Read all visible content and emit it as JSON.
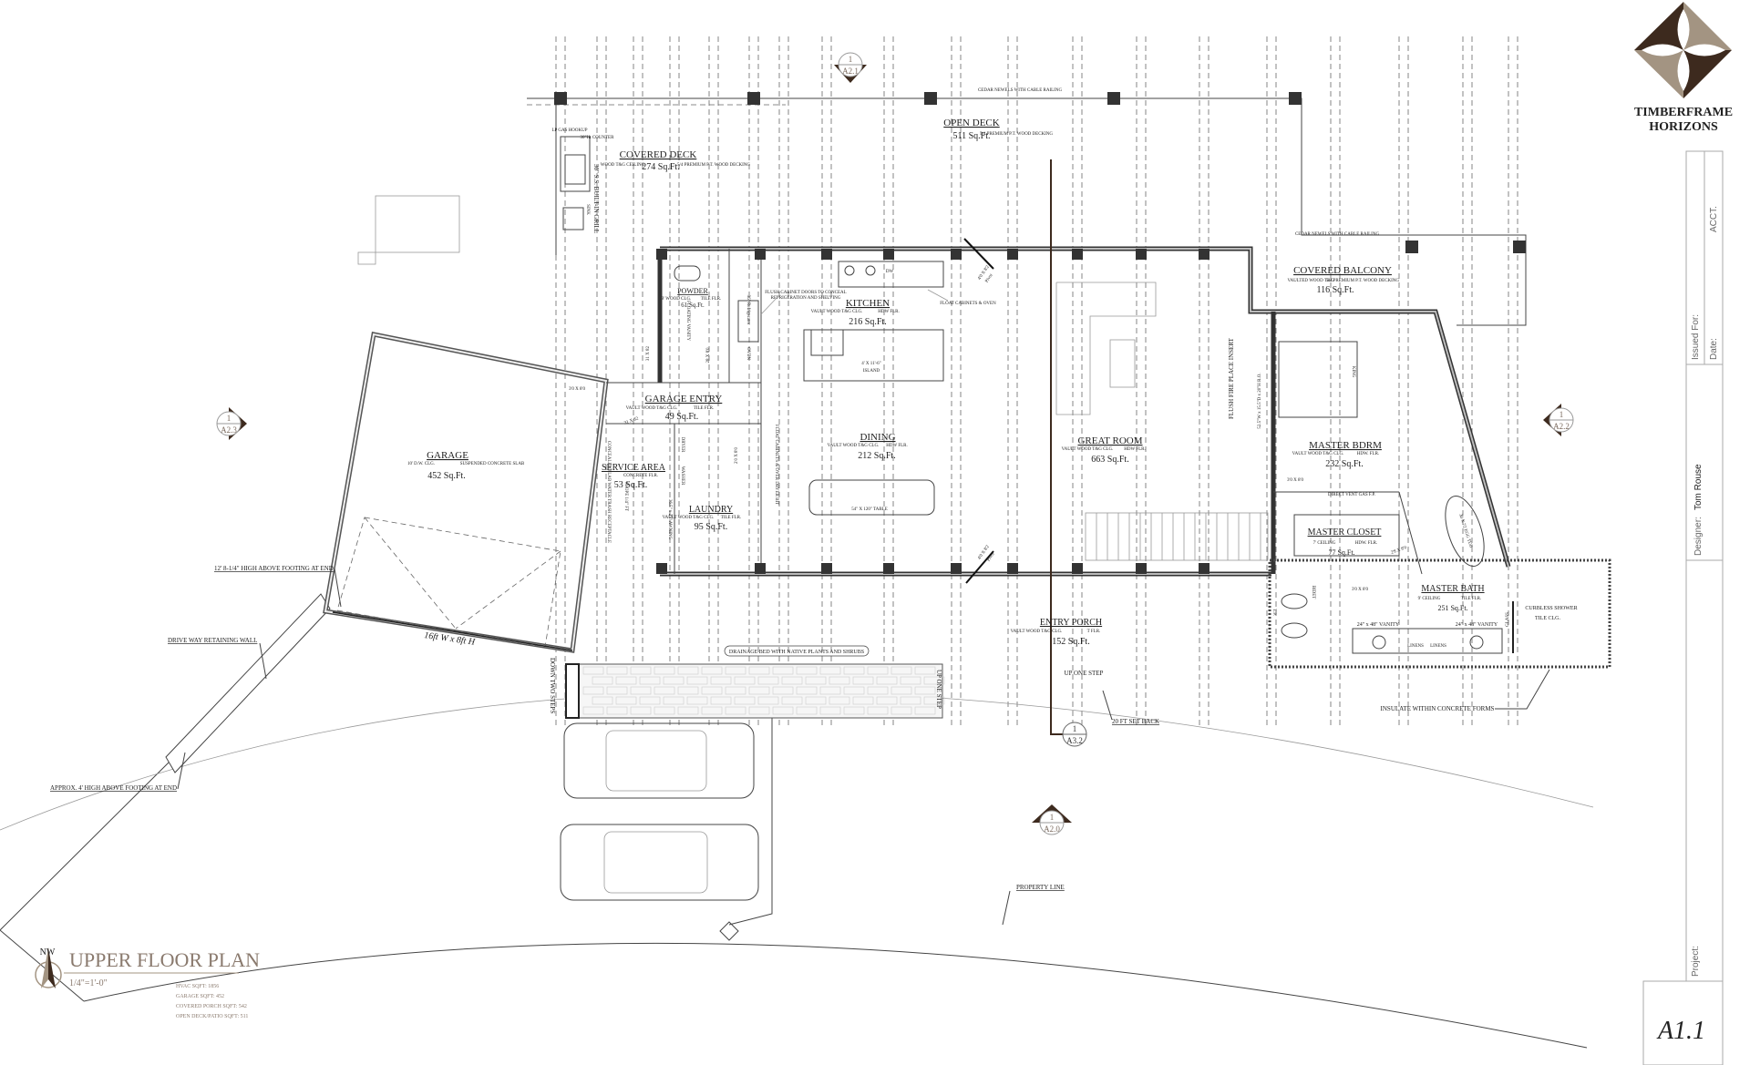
{
  "brand": {
    "name_line1": "TIMBERFRAME",
    "name_line2": "HORIZONS"
  },
  "title_block": {
    "issued_for_label": "Issued For:",
    "issued_for_value": "ACCT.",
    "date_label": "Date:",
    "designer_label": "Designer:",
    "designer": "Tom Rouse",
    "project_label": "Project:",
    "sheet": "A1.1"
  },
  "plan": {
    "title": "UPPER FLOOR PLAN",
    "scale": "1/4\"=1'-0\"",
    "north": "NW",
    "stats": [
      "HVAC SQFT: 1856",
      "GARAGE SQFT: 452",
      "COVERED PORCH SQFT: 542",
      "OPEN DECK/PATIO SQFT: 511"
    ]
  },
  "rooms": {
    "covered_deck": {
      "name": "COVERED DECK",
      "area": "274 Sq.Ft.",
      "notes": [
        "WOOD T&G CEILING",
        "5/4 PREMIUM P.T. WOOD DECKING"
      ]
    },
    "open_deck": {
      "name": "OPEN DECK",
      "area": "511 Sq.Ft.",
      "notes": [
        "5/4 PREMIUM P.T. WOOD DECKING"
      ]
    },
    "powder": {
      "name": "POWDER",
      "area": "61 Sq.Ft.",
      "notes": [
        "9' WOOD CLG.",
        "TILE FLR."
      ]
    },
    "kitchen": {
      "name": "KITCHEN",
      "area": "216 Sq.Ft.",
      "notes": [
        "VAULT WOOD T&G CLG.",
        "HDW FLR."
      ]
    },
    "garage_entry": {
      "name": "GARAGE ENTRY",
      "area": "49 Sq.Ft.",
      "notes": [
        "VAULT WOOD T&G CLG.",
        "TILE FLR."
      ]
    },
    "garage": {
      "name": "GARAGE",
      "area": "452 Sq.Ft.",
      "notes": [
        "10' D.W. CLG.",
        "SUSPENDED CONCRETE SLAB"
      ]
    },
    "service_area": {
      "name": "SERVICE AREA",
      "area": "53 Sq.Ft.",
      "notes": [
        "CONCRETE FLR."
      ]
    },
    "laundry": {
      "name": "LAUNDRY",
      "area": "95 Sq.Ft.",
      "notes": [
        "VAULT WOOD T&G CLG.",
        "TILE FLR."
      ]
    },
    "dining": {
      "name": "DINING",
      "area": "212 Sq.Ft.",
      "notes": [
        "VAULT WOOD T&G CLG.",
        "HDW FLR."
      ]
    },
    "great_room": {
      "name": "GREAT ROOM",
      "area": "663 Sq.Ft.",
      "notes": [
        "VAULT WOOD T&G CLG.",
        "HDW FLR."
      ]
    },
    "covered_balcony": {
      "name": "COVERED BALCONY",
      "area": "116 Sq.Ft.",
      "notes": [
        "VAULTED WOOD T&G",
        "5/4 PREMIUM P.T. WOOD DECKING"
      ]
    },
    "master_bdrm": {
      "name": "MASTER BDRM",
      "area": "232 Sq.Ft.",
      "notes": [
        "VAULT WOOD T&G CLG.",
        "HDW. FLR."
      ]
    },
    "master_closet": {
      "name": "MASTER CLOSET",
      "area": "77 Sq.Ft.",
      "notes": [
        "7' CEILING",
        "HDW. FLR."
      ]
    },
    "master_bath": {
      "name": "MASTER BATH",
      "area": "251 Sq.Ft.",
      "notes": [
        "9' CEILING",
        "TILE FLR."
      ]
    },
    "entry_porch": {
      "name": "ENTRY PORCH",
      "area": "152 Sq.Ft.",
      "notes": [
        "VAULT WOOD T&G CLG.",
        "T FLR."
      ]
    }
  },
  "callouts": {
    "cedar_railing": "CEDAR NEWELS WITH CABLE RAILING",
    "lp_gas": "LP GAS HOOKUP",
    "counter": "30\"Ht COUNTER",
    "grill": "30\" S.S. BUILT-IN GRILL",
    "sink": "SINK",
    "flush_cabinet_1": "FLUSH CABINET DOORS TO CONCEAL",
    "flush_cabinet_2": "REFRIGERATION AND SHELVING",
    "float_cabinets": "FLOAT CABINETS & OVEN",
    "refrigerator": "36\" Refrigerator",
    "oven": "OVEN",
    "dw": "DW",
    "island_size": "4' X 11'-6\"",
    "island": "ISLAND",
    "floating_vanity": "FLOATING VANITY",
    "dryer": "DRYER",
    "washer": "WASHER",
    "float_over_dryer": "FLOAT CABINETS & OVER DRYER BIT",
    "trash": "CONCEALED SLAB WATER TRASH RECEPTACLE",
    "slope": "SLOPE 1/4\" FT",
    "awning": "36.5\" x 23\" AWNING",
    "table": "54\" X 120\" TABLE",
    "fireplace_insert": "FLUSH FIRE PLACE INSERT",
    "fireplace_ro": "52.5\"W x 15.5\"D x 20\"H R.O.",
    "king": "KING",
    "direct_vent": "DIRECT VENT GAS F.P.",
    "egg_tub": "30 X 72 EGG TUB",
    "bidet": "BIDET",
    "tp": "T.P.",
    "vanity": "24\" x 48\" VANITY",
    "linens": "LINENS",
    "glass": "GLASS",
    "curbless_shower": "CURBLESS SHOWER",
    "tile_clg": "TILE CLG.",
    "insulate": "INSULATE WITHIN CONCRETE FORMS",
    "up_one_step": "UP ONE STEP",
    "setback": "20 FT SET BACK",
    "drainage_bed": "DRAINAGE BED WITH NATIVE PLANTS AND SHRUBS",
    "down_two_steps": "DOWN TWO STEPS",
    "garage_door": "16ft W x 8ft H",
    "high_footing": "12' 8-1/4\"  HIGH ABOVE FOOTING AT END",
    "retaining_wall": "DRIVE WAY RETAINING WALL",
    "approx_footing": "APPROX. 4' HIGH ABOVE FOOTING AT END",
    "property_line": "PROPERTY LINE"
  },
  "doors": {
    "d31x82": "31 X 82",
    "d28x80": "28 X 8'0",
    "d30x80": "3'0 X 8'0",
    "d20x80": "2'0 X 8'0",
    "d28x80b": "2'8 X 8'0",
    "pivot_size": "4'0 X 8'2",
    "pivot": "Pivot"
  },
  "section_marks": {
    "top": {
      "num": "1",
      "sheet": "A2.1"
    },
    "left": {
      "num": "1",
      "sheet": "A2.3"
    },
    "right": {
      "num": "1",
      "sheet": "A2.2"
    },
    "bottom": {
      "num": "1",
      "sheet": "A2.0"
    },
    "cut": {
      "num": "1",
      "sheet": "A3.2"
    }
  },
  "colors": {
    "brand_dark": "#3d2a1e",
    "brand_light": "#a39482",
    "line": "#222222"
  }
}
